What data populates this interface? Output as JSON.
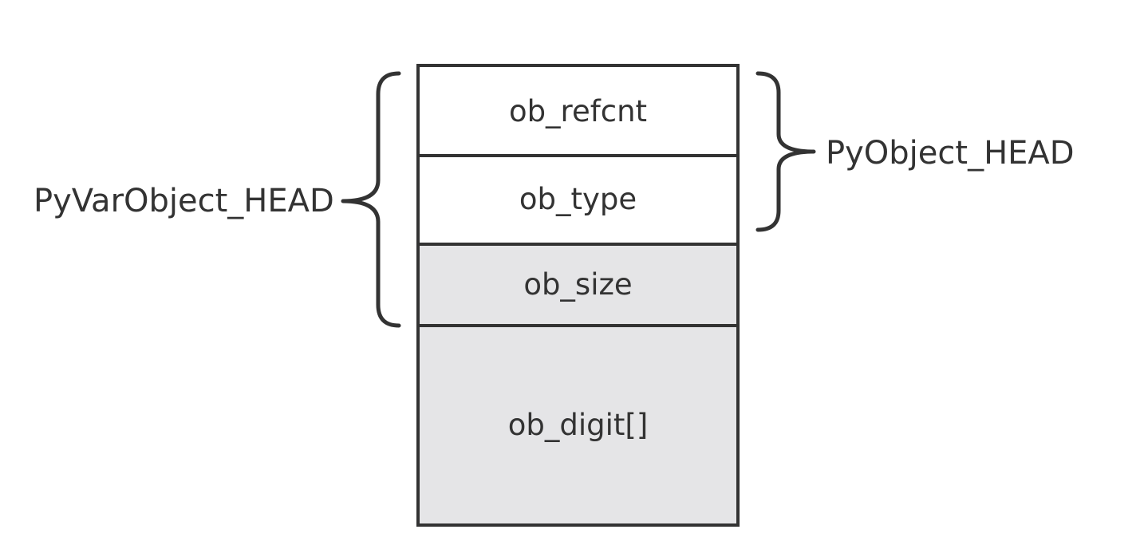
{
  "diagram": {
    "fields": [
      {
        "name": "ob_refcnt",
        "shaded": false
      },
      {
        "name": "ob_type",
        "shaded": false
      },
      {
        "name": "ob_size",
        "shaded": true
      },
      {
        "name": "ob_digit[]",
        "shaded": true
      }
    ],
    "groups": {
      "var_head": {
        "label": "PyVarObject_HEAD",
        "covers": [
          "ob_refcnt",
          "ob_type",
          "ob_size"
        ]
      },
      "obj_head": {
        "label": "PyObject_HEAD",
        "covers": [
          "ob_refcnt",
          "ob_type"
        ]
      }
    },
    "colors": {
      "stroke": "#333333",
      "shaded_fill": "#e5e5e7",
      "plain_fill": "#ffffff"
    }
  }
}
